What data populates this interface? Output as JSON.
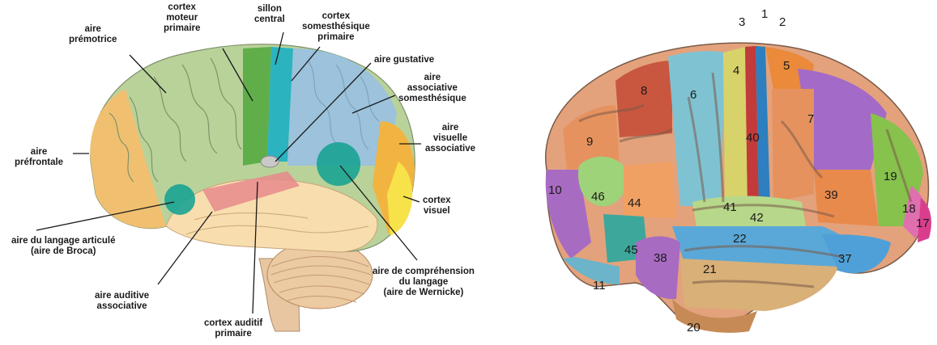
{
  "left_diagram": {
    "labels": {
      "premotor": [
        "aire",
        "prémotrice"
      ],
      "primary_motor": [
        "cortex",
        "moteur",
        "primaire"
      ],
      "central_sulcus": [
        "sillon",
        "central"
      ],
      "primary_somatosensory": [
        "cortex",
        "somesthésique",
        "primaire"
      ],
      "gustatory": [
        "aire gustative"
      ],
      "somatosensory_assoc": [
        "aire",
        "associative",
        "somesthésique"
      ],
      "visual_assoc": [
        "aire",
        "visuelle",
        "associative"
      ],
      "visual_cortex": [
        "cortex",
        "visuel"
      ],
      "prefrontal": [
        "aire",
        "préfrontale"
      ],
      "broca": [
        "aire du langage articulé",
        "(aire de Broca)"
      ],
      "wernicke": [
        "aire de compréhension",
        "du langage",
        "(aire de Wernicke)"
      ],
      "auditory_assoc": [
        "aire auditive",
        "associative"
      ],
      "primary_auditory": [
        "cortex auditif",
        "primaire"
      ]
    },
    "colors": {
      "prefrontal": "#f0c070",
      "premotor": "#b9d29a",
      "motor": "#5fae4a",
      "somatosensory": "#2bb3c0",
      "somatosensory_assoc": "#9cc2dc",
      "visual_assoc": "#f2b440",
      "visual": "#f7e24a",
      "temporal": "#f8deae",
      "auditory": "#e88a8c",
      "areas_speech": "#1aa394",
      "cerebellum": "#ecc9a0"
    }
  },
  "right_diagram": {
    "areas": [
      "1",
      "2",
      "3",
      "4",
      "5",
      "6",
      "7",
      "8",
      "9",
      "10",
      "11",
      "17",
      "18",
      "19",
      "20",
      "21",
      "22",
      "37",
      "38",
      "39",
      "40",
      "41",
      "42",
      "44",
      "45",
      "46"
    ]
  }
}
